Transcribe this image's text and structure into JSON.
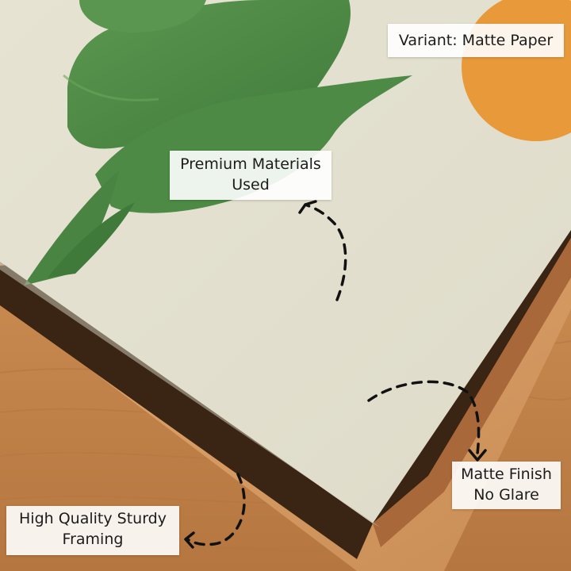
{
  "callouts": {
    "variant": "Variant: Matte Paper",
    "premium_line1": "Premium Materials",
    "premium_line2": "Used",
    "matte_line1": "Matte Finish",
    "matte_line2": "No Glare",
    "framing_line1": "High Quality Sturdy",
    "framing_line2": "Framing"
  },
  "scene": {
    "poster_color": "#e5e2d2",
    "leaf_color": "#4f8a46",
    "sun_color": "#e89a3a",
    "wood_color": "#c98a4f"
  }
}
